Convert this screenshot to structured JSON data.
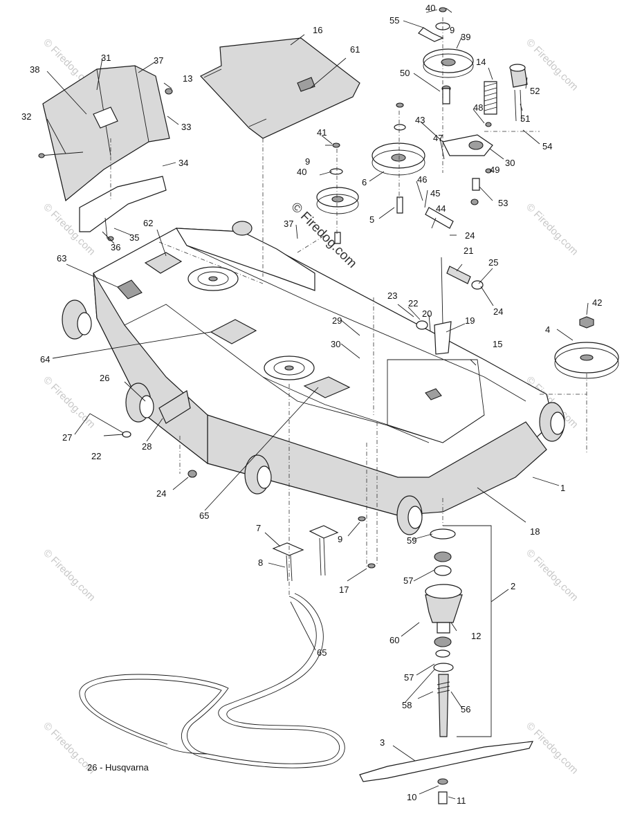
{
  "page_label": "26 - Husqvarna",
  "watermark": "© Firedog.com",
  "callouts": [
    {
      "id": "c1",
      "text": "1"
    },
    {
      "id": "c2",
      "text": "2"
    },
    {
      "id": "c3",
      "text": "3"
    },
    {
      "id": "c4",
      "text": "4"
    },
    {
      "id": "c5",
      "text": "5"
    },
    {
      "id": "c6",
      "text": "6"
    },
    {
      "id": "c7",
      "text": "7"
    },
    {
      "id": "c8",
      "text": "8"
    },
    {
      "id": "c9a",
      "text": "9"
    },
    {
      "id": "c9b",
      "text": "9"
    },
    {
      "id": "c9c",
      "text": "9"
    },
    {
      "id": "c10",
      "text": "10"
    },
    {
      "id": "c11",
      "text": "11"
    },
    {
      "id": "c12",
      "text": "12"
    },
    {
      "id": "c13",
      "text": "13"
    },
    {
      "id": "c14",
      "text": "14"
    },
    {
      "id": "c15",
      "text": "15"
    },
    {
      "id": "c16",
      "text": "16"
    },
    {
      "id": "c17",
      "text": "17"
    },
    {
      "id": "c18",
      "text": "18"
    },
    {
      "id": "c19",
      "text": "19"
    },
    {
      "id": "c20",
      "text": "20"
    },
    {
      "id": "c21",
      "text": "21"
    },
    {
      "id": "c22a",
      "text": "22"
    },
    {
      "id": "c22b",
      "text": "22"
    },
    {
      "id": "c23",
      "text": "23"
    },
    {
      "id": "c24a",
      "text": "24"
    },
    {
      "id": "c24b",
      "text": "24"
    },
    {
      "id": "c24c",
      "text": "24"
    },
    {
      "id": "c25",
      "text": "25"
    },
    {
      "id": "c26",
      "text": "26"
    },
    {
      "id": "c27",
      "text": "27"
    },
    {
      "id": "c28",
      "text": "28"
    },
    {
      "id": "c29",
      "text": "29"
    },
    {
      "id": "c30a",
      "text": "30"
    },
    {
      "id": "c30b",
      "text": "30"
    },
    {
      "id": "c31",
      "text": "31"
    },
    {
      "id": "c32",
      "text": "32"
    },
    {
      "id": "c33",
      "text": "33"
    },
    {
      "id": "c34",
      "text": "34"
    },
    {
      "id": "c35",
      "text": "35"
    },
    {
      "id": "c36",
      "text": "36"
    },
    {
      "id": "c37a",
      "text": "37"
    },
    {
      "id": "c37b",
      "text": "37"
    },
    {
      "id": "c38",
      "text": "38"
    },
    {
      "id": "c39",
      "text": "39"
    },
    {
      "id": "c40a",
      "text": "40"
    },
    {
      "id": "c40b",
      "text": "40"
    },
    {
      "id": "c41",
      "text": "41"
    },
    {
      "id": "c42",
      "text": "42"
    },
    {
      "id": "c43",
      "text": "43"
    },
    {
      "id": "c44",
      "text": "44"
    },
    {
      "id": "c45",
      "text": "45"
    },
    {
      "id": "c46",
      "text": "46"
    },
    {
      "id": "c47",
      "text": "47"
    },
    {
      "id": "c48",
      "text": "48"
    },
    {
      "id": "c49",
      "text": "49"
    },
    {
      "id": "c50",
      "text": "50"
    },
    {
      "id": "c51",
      "text": "51"
    },
    {
      "id": "c52",
      "text": "52"
    },
    {
      "id": "c53",
      "text": "53"
    },
    {
      "id": "c54",
      "text": "54"
    },
    {
      "id": "c55",
      "text": "55"
    },
    {
      "id": "c56",
      "text": "56"
    },
    {
      "id": "c57a",
      "text": "57"
    },
    {
      "id": "c57b",
      "text": "57"
    },
    {
      "id": "c58",
      "text": "58"
    },
    {
      "id": "c59",
      "text": "59"
    },
    {
      "id": "c60",
      "text": "60"
    },
    {
      "id": "c61",
      "text": "61"
    },
    {
      "id": "c62",
      "text": "62"
    },
    {
      "id": "c63",
      "text": "63"
    },
    {
      "id": "c64",
      "text": "64"
    },
    {
      "id": "c65a",
      "text": "65"
    },
    {
      "id": "c65b",
      "text": "65"
    }
  ]
}
